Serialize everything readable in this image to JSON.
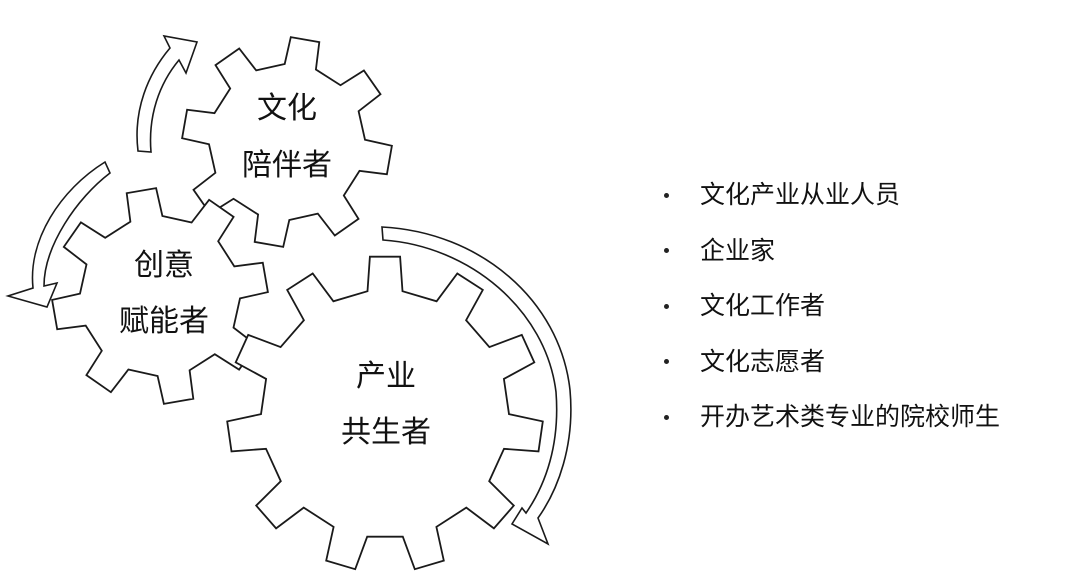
{
  "gears": [
    {
      "id": "culture-companion",
      "lines": [
        "文化",
        "陪伴者"
      ]
    },
    {
      "id": "creative-enabler",
      "lines": [
        "创意",
        "赋能者"
      ]
    },
    {
      "id": "industry-cocreator",
      "lines": [
        "产业",
        "共生者"
      ]
    }
  ],
  "list": {
    "items": [
      {
        "label": "文化产业从业人员"
      },
      {
        "label": "企业家"
      },
      {
        "label": "文化工作者"
      },
      {
        "label": "文化志愿者"
      },
      {
        "label": "开办艺术类专业的院校师生"
      }
    ]
  }
}
